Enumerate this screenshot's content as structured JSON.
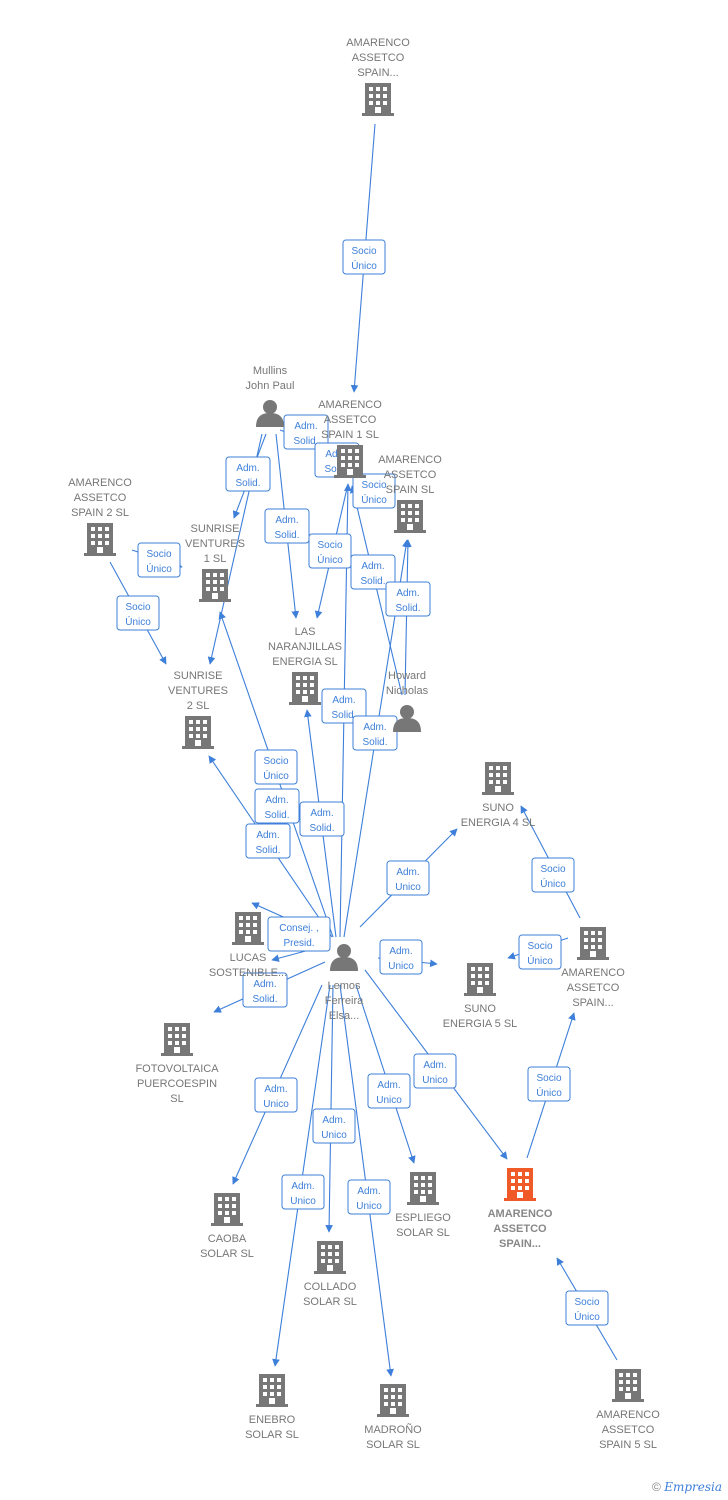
{
  "colors": {
    "edge": "#3d7fd9",
    "company": "#777777",
    "main_company": "#f05a28",
    "person": "#777777"
  },
  "nodes": [
    {
      "id": "spain_top",
      "type": "company",
      "label": [
        "AMARENCO",
        "ASSETCO",
        "SPAIN..."
      ]
    },
    {
      "id": "spain1",
      "type": "company",
      "label": [
        "AMARENCO",
        "ASSETCO",
        "SPAIN  1  SL"
      ]
    },
    {
      "id": "spain_sl",
      "type": "company",
      "label": [
        "AMARENCO",
        "ASSETCO",
        "SPAIN  SL"
      ]
    },
    {
      "id": "spain2",
      "type": "company",
      "label": [
        "AMARENCO",
        "ASSETCO",
        "SPAIN 2  SL"
      ]
    },
    {
      "id": "sunrise1",
      "type": "company",
      "label": [
        "SUNRISE",
        "VENTURES",
        "1  SL"
      ]
    },
    {
      "id": "sunrise2",
      "type": "company",
      "label": [
        "SUNRISE",
        "VENTURES",
        "2  SL"
      ]
    },
    {
      "id": "naranjillas",
      "type": "company",
      "label": [
        "LAS",
        "NARANJILLAS",
        "ENERGIA  SL"
      ]
    },
    {
      "id": "mullins",
      "type": "person",
      "label": [
        "Mullins",
        "John Paul"
      ]
    },
    {
      "id": "howard",
      "type": "person",
      "label": [
        "Howard",
        "Nicholas"
      ]
    },
    {
      "id": "suno4",
      "type": "company",
      "label": [
        "SUNO",
        "ENERGIA 4  SL"
      ]
    },
    {
      "id": "spain_right",
      "type": "company",
      "label": [
        "AMARENCO",
        "ASSETCO",
        "SPAIN..."
      ]
    },
    {
      "id": "lucas",
      "type": "company",
      "label": [
        "LUCAS",
        "SOSTENIBLE..."
      ]
    },
    {
      "id": "lemos",
      "type": "person",
      "label": [
        "Lemos",
        "Ferreira",
        "Elsa..."
      ]
    },
    {
      "id": "suno5",
      "type": "company",
      "label": [
        "SUNO",
        "ENERGIA 5  SL"
      ]
    },
    {
      "id": "fotovoltaica",
      "type": "company",
      "label": [
        "FOTOVOLTAICA",
        "PUERCOESPIN",
        "SL"
      ]
    },
    {
      "id": "main",
      "type": "main",
      "label": [
        "AMARENCO",
        "ASSETCO",
        "SPAIN..."
      ]
    },
    {
      "id": "caoba",
      "type": "company",
      "label": [
        "CAOBA",
        "SOLAR  SL"
      ]
    },
    {
      "id": "espliego",
      "type": "company",
      "label": [
        "ESPLIEGO",
        "SOLAR  SL"
      ]
    },
    {
      "id": "collado",
      "type": "company",
      "label": [
        "COLLADO",
        "SOLAR  SL"
      ]
    },
    {
      "id": "enebro",
      "type": "company",
      "label": [
        "ENEBRO",
        "SOLAR  SL"
      ]
    },
    {
      "id": "madrono",
      "type": "company",
      "label": [
        "MADROÑO",
        "SOLAR  SL"
      ]
    },
    {
      "id": "spain5",
      "type": "company",
      "label": [
        "AMARENCO",
        "ASSETCO",
        "SPAIN 5  SL"
      ]
    }
  ],
  "edges": [
    {
      "from": "spain_top",
      "to": "spain1",
      "label": [
        "Socio",
        "Único"
      ]
    },
    {
      "from": "mullins",
      "to": "naranjillas",
      "label": [
        "Adm.",
        "Solid."
      ]
    },
    {
      "from": "mullins",
      "to": "spain1",
      "label": [
        "Adm.",
        "Solid."
      ]
    },
    {
      "from": "mullins",
      "to": "sunrise1",
      "label": [
        "Adm.",
        "Solid."
      ]
    },
    {
      "from": "mullins",
      "to": "sunrise2",
      "label": [
        "Adm.",
        "Solid."
      ]
    },
    {
      "from": "spain2",
      "to": "sunrise1",
      "label": [
        "Socio",
        "Único"
      ]
    },
    {
      "from": "spain2",
      "to": "sunrise2",
      "label": [
        "Socio",
        "Único"
      ]
    },
    {
      "from": "spain_sl",
      "to": "spain1",
      "label": [
        "Socio",
        "Único"
      ]
    },
    {
      "from": "spain_sl",
      "to": "naranjillas",
      "label": [
        "Socio",
        "Único"
      ]
    },
    {
      "from": "howard",
      "to": "spain1",
      "label": [
        "Adm.",
        "Solid."
      ]
    },
    {
      "from": "howard",
      "to": "spain_sl",
      "label": [
        "Adm.",
        "Solid."
      ]
    },
    {
      "from": "lemos",
      "to": "spain1",
      "label": [
        "Adm.",
        "Solid."
      ]
    },
    {
      "from": "lemos",
      "to": "spain_sl",
      "label": [
        "Adm.",
        "Solid."
      ]
    },
    {
      "from": "lemos",
      "to": "naranjillas",
      "label": [
        "Adm.",
        "Solid."
      ]
    },
    {
      "from": "lemos",
      "to": "sunrise1",
      "label": [
        "Adm.",
        "Solid."
      ]
    },
    {
      "from": "lemos",
      "to": "sunrise2",
      "label": [
        "Socio",
        "Único"
      ]
    },
    {
      "from": "lemos",
      "to": "lucas",
      "label": [
        "Adm.",
        "Solid."
      ]
    },
    {
      "from": "lemos",
      "to": "lucas",
      "label": [
        "Consej. ,",
        "Presid."
      ]
    },
    {
      "from": "lemos",
      "to": "fotovoltaica",
      "label": [
        "Adm.",
        "Solid."
      ]
    },
    {
      "from": "lemos",
      "to": "suno4",
      "label": [
        "Adm.",
        "Unico"
      ]
    },
    {
      "from": "lemos",
      "to": "suno5",
      "label": [
        "Adm.",
        "Unico"
      ]
    },
    {
      "from": "lemos",
      "to": "main",
      "label": [
        "Adm.",
        "Unico"
      ]
    },
    {
      "from": "lemos",
      "to": "caoba",
      "label": [
        "Adm.",
        "Unico"
      ]
    },
    {
      "from": "lemos",
      "to": "espliego",
      "label": [
        "Adm.",
        "Unico"
      ]
    },
    {
      "from": "lemos",
      "to": "collado",
      "label": [
        "Adm.",
        "Unico"
      ]
    },
    {
      "from": "lemos",
      "to": "enebro",
      "label": [
        "Adm.",
        "Unico"
      ]
    },
    {
      "from": "lemos",
      "to": "madrono",
      "label": [
        "Adm.",
        "Unico"
      ]
    },
    {
      "from": "spain_right",
      "to": "suno4",
      "label": [
        "Socio",
        "Único"
      ]
    },
    {
      "from": "spain_right",
      "to": "suno5",
      "label": [
        "Socio",
        "Único"
      ]
    },
    {
      "from": "main",
      "to": "spain_right",
      "label": [
        "Socio",
        "Único"
      ]
    },
    {
      "from": "spain5",
      "to": "main",
      "label": [
        "Socio",
        "Único"
      ]
    }
  ],
  "footer": {
    "copyright": "©",
    "brand": "Empresia"
  }
}
